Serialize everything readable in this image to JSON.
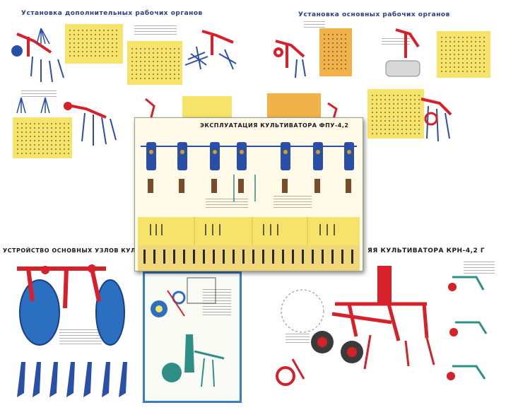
{
  "posters": {
    "top_left": {
      "title": "Установка дополнительных рабочих органов"
    },
    "top_right": {
      "title": "Установка основных рабочих органов"
    },
    "center": {
      "title": "ЭКСПЛУАТАЦИЯ КУЛЬТИВАТОРА ФПУ-4,2"
    },
    "bottom_left": {
      "title": "УСТРОЙСТВО ОСНОВНЫХ УЗЛОВ КУЛЬТИВА"
    },
    "bottom_right": {
      "title": "ЯЯ КУЛЬТИВАТОРА КРН-4,2 Г"
    }
  },
  "colors": {
    "frame_red": "#d6202a",
    "machine_blue": "#2a4fa8",
    "poster_yellow": "#f5e36a",
    "poster_orange": "#f2b24a",
    "teal_part": "#2f8f86",
    "wheel_gray": "#6c6c6c"
  }
}
